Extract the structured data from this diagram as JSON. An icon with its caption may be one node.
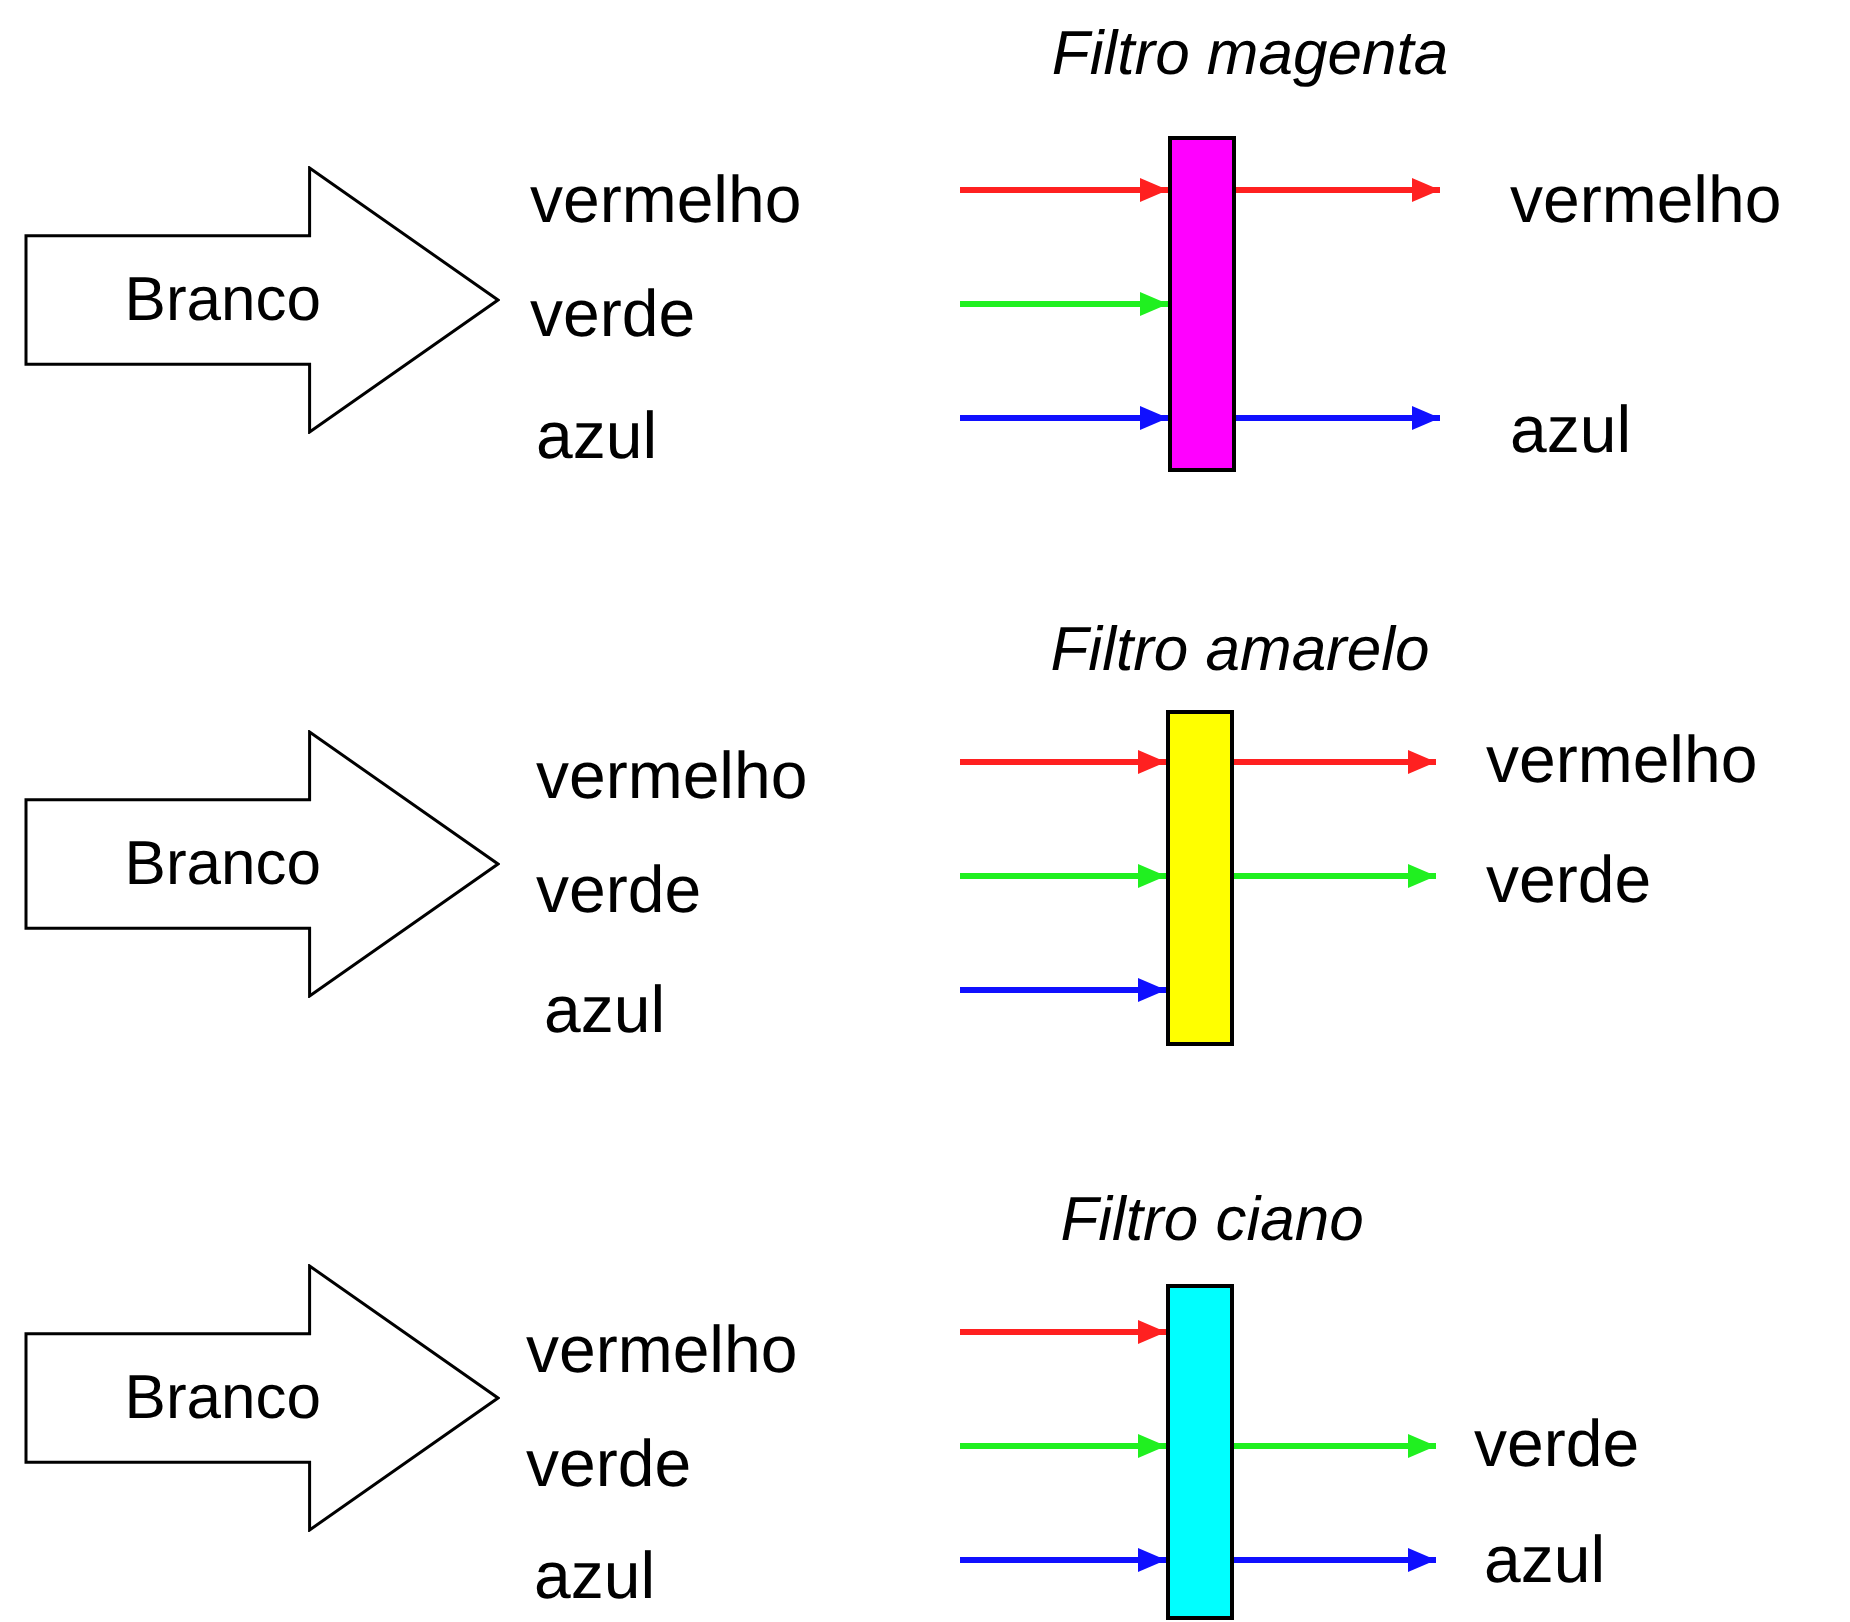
{
  "diagram": {
    "nodes": [
      {
        "text": [
          "Branco"
        ]
      },
      {
        "text": [
          "Filtro magenta"
        ]
      },
      {
        "text": [
          "Branco"
        ]
      },
      {
        "text": [
          "Filtro amarelo"
        ]
      },
      {
        "text": [
          "Branco"
        ]
      },
      {
        "text": [
          "Filtro ciano"
        ]
      }
    ],
    "edges": [
      {
        "from": null,
        "to": 1,
        "arrow": "to",
        "color": "#ff2020"
      },
      {
        "from": null,
        "to": 1,
        "arrow": "to",
        "color": "#20f020"
      },
      {
        "from": null,
        "to": 1,
        "arrow": "to",
        "color": "#1010ff"
      },
      {
        "from": 1,
        "to": null,
        "arrow": "to",
        "color": "#ff2020"
      },
      {
        "from": 1,
        "to": null,
        "arrow": "to",
        "color": "#1010ff"
      },
      {
        "from": null,
        "to": 3,
        "arrow": "to",
        "color": "#ff2020"
      },
      {
        "from": null,
        "to": 3,
        "arrow": "to",
        "color": "#20f020"
      },
      {
        "from": null,
        "to": 3,
        "arrow": "to",
        "color": "#1010ff"
      },
      {
        "from": 3,
        "to": null,
        "arrow": "to",
        "color": "#ff2020"
      },
      {
        "from": 3,
        "to": null,
        "arrow": "to",
        "color": "#20f020"
      },
      {
        "from": null,
        "to": 5,
        "arrow": "to",
        "color": "#ff2020"
      },
      {
        "from": null,
        "to": 5,
        "arrow": "to",
        "color": "#20f020"
      },
      {
        "from": null,
        "to": 5,
        "arrow": "to",
        "color": "#1010ff"
      },
      {
        "from": 5,
        "to": null,
        "arrow": "to",
        "color": "#20f020"
      },
      {
        "from": 5,
        "to": null,
        "arrow": "to",
        "color": "#1010ff"
      }
    ],
    "labels": [
      "vermelho",
      "vermelho",
      "verde",
      "azul",
      "azul",
      "vermelho",
      "vermelho",
      "verde",
      "verde",
      "azul",
      "vermelho",
      "verde",
      "verde",
      "azul",
      "azul"
    ]
  }
}
